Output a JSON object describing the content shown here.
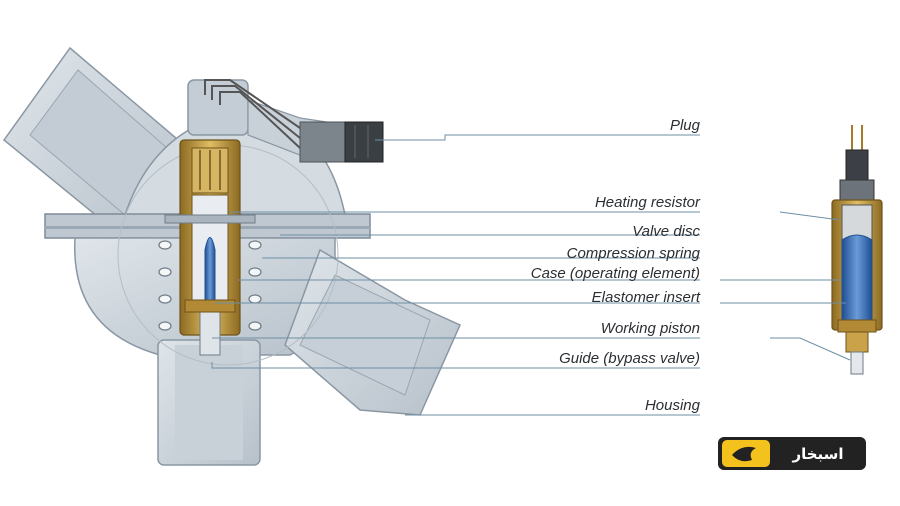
{
  "labels": [
    {
      "key": "plug",
      "text": "Plug"
    },
    {
      "key": "heating-resistor",
      "text": "Heating resistor"
    },
    {
      "key": "valve-disc",
      "text": "Valve disc"
    },
    {
      "key": "compression-spring",
      "text": "Compression spring"
    },
    {
      "key": "case",
      "text": "Case (operating element)"
    },
    {
      "key": "elastomer-insert",
      "text": "Elastomer insert"
    },
    {
      "key": "working-piston",
      "text": "Working piston"
    },
    {
      "key": "guide",
      "text": "Guide (bypass valve)"
    },
    {
      "key": "housing",
      "text": "Housing"
    }
  ],
  "logo": {
    "text": "اسبخار"
  },
  "colors": {
    "housing": "#c9d1d8",
    "housing_edge": "#8a97a3",
    "brass": "#c9a24a",
    "elastomer": "#3a6fb5",
    "leader": "#6e8fa6",
    "logo_bg": "#222222",
    "logo_accent": "#f4c21d"
  }
}
